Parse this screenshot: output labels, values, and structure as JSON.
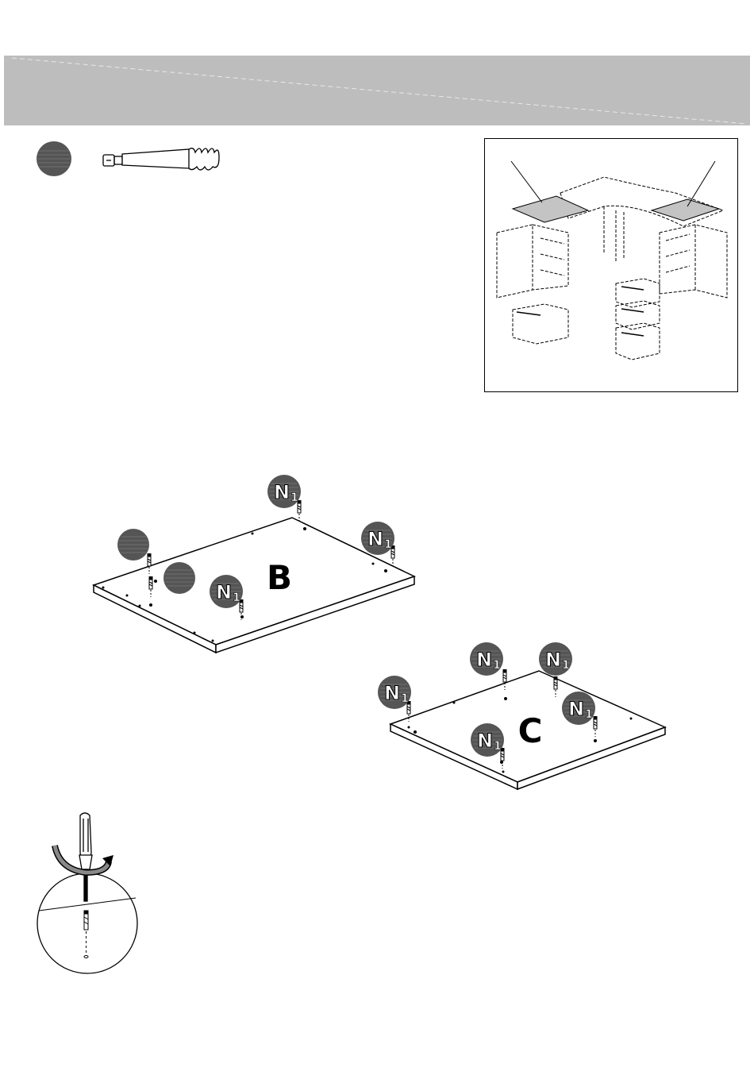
{
  "panels": [
    {
      "label": "B"
    },
    {
      "label": "C"
    }
  ],
  "fastener": {
    "code": "N",
    "subscript": "1"
  },
  "colors": {
    "band": "#bdbdbd",
    "badge": "#555555",
    "line": "#000000"
  },
  "icons": [
    "cam-bolt-icon",
    "screwdriver-icon",
    "rotate-arrow-icon"
  ]
}
